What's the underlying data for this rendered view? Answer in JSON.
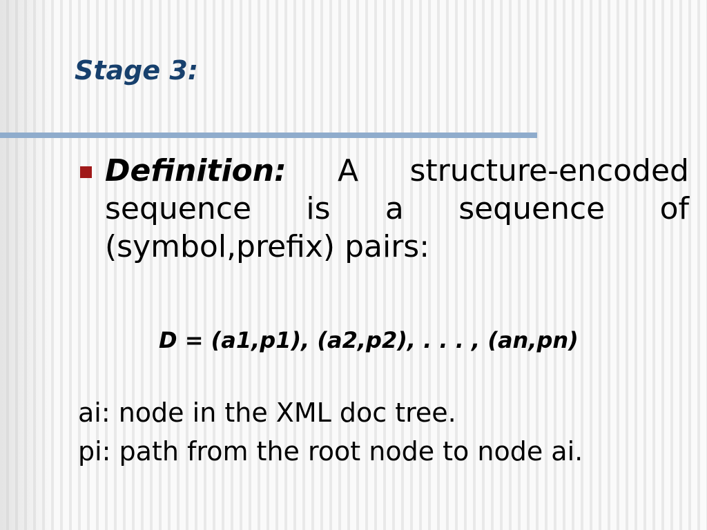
{
  "slide": {
    "title": "Stage 3:",
    "definition": {
      "label": "Definition:",
      "line1_words": [
        "A",
        "structure-encoded"
      ],
      "line2_words": [
        "sequence",
        "is",
        "a",
        "sequence",
        "of"
      ],
      "line3": "(symbol,prefix) pairs:"
    },
    "formula": "D = (a1,p1), (a2,p2), . . . , (an,pn)",
    "notes": [
      "ai: node in the XML doc tree.",
      "pi: path from the root node to node ai."
    ]
  },
  "colors": {
    "title": "#17406d",
    "rule": "#8faccc",
    "bullet": "#a01a1a"
  }
}
